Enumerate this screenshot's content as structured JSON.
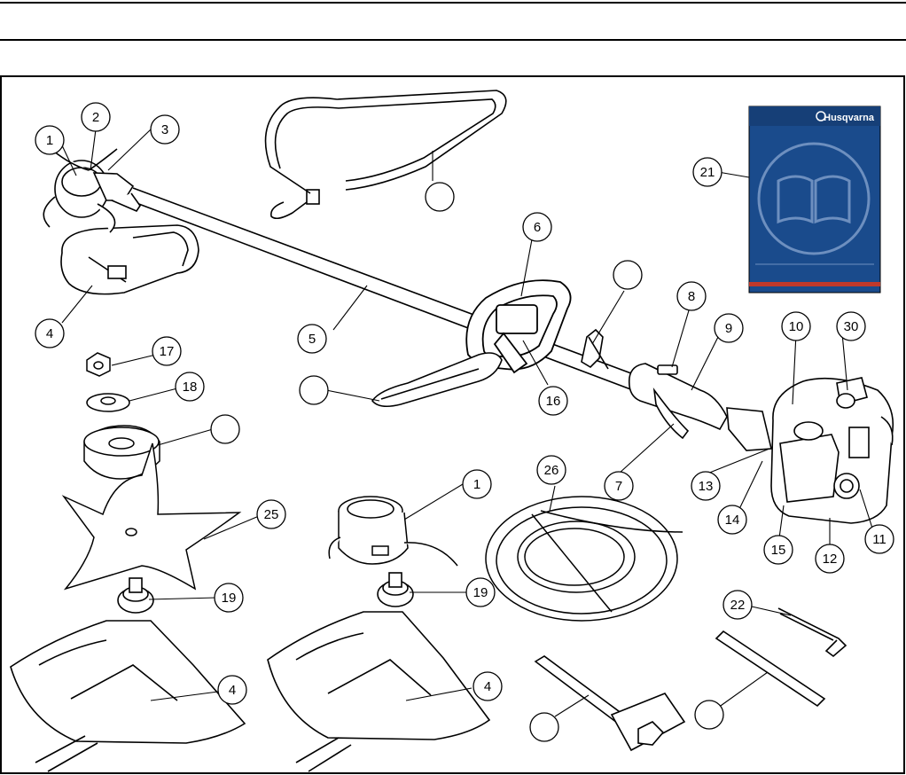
{
  "diagram": {
    "brand_label": "Husqvarna",
    "callouts": [
      {
        "id": "c1a",
        "label": "1"
      },
      {
        "id": "c2",
        "label": "2"
      },
      {
        "id": "c3",
        "label": "3"
      },
      {
        "id": "c4a",
        "label": "4"
      },
      {
        "id": "c5",
        "label": "5"
      },
      {
        "id": "c6",
        "label": "6"
      },
      {
        "id": "c7",
        "label": "7"
      },
      {
        "id": "c8",
        "label": "8"
      },
      {
        "id": "c9",
        "label": "9"
      },
      {
        "id": "c10",
        "label": "10"
      },
      {
        "id": "c30",
        "label": "30"
      },
      {
        "id": "c21",
        "label": "21"
      },
      {
        "id": "c16",
        "label": "16"
      },
      {
        "id": "c17",
        "label": "17"
      },
      {
        "id": "c18",
        "label": "18"
      },
      {
        "id": "c25",
        "label": "25"
      },
      {
        "id": "c1b",
        "label": "1"
      },
      {
        "id": "c26",
        "label": "26"
      },
      {
        "id": "c13",
        "label": "13"
      },
      {
        "id": "c14",
        "label": "14"
      },
      {
        "id": "c15",
        "label": "15"
      },
      {
        "id": "c12",
        "label": "12"
      },
      {
        "id": "c11",
        "label": "11"
      },
      {
        "id": "c19a",
        "label": "19"
      },
      {
        "id": "c19b",
        "label": "19"
      },
      {
        "id": "c22",
        "label": "22"
      },
      {
        "id": "c4b",
        "label": "4"
      },
      {
        "id": "c4c",
        "label": "4"
      },
      {
        "id": "blank-strap",
        "label": ""
      },
      {
        "id": "blank-clip",
        "label": ""
      },
      {
        "id": "blank-harness",
        "label": ""
      },
      {
        "id": "blank-cup",
        "label": ""
      },
      {
        "id": "blank-wrench",
        "label": ""
      },
      {
        "id": "blank-rod",
        "label": ""
      }
    ]
  },
  "colors": {
    "ink": "#000000",
    "manual_blue": "#1a4b8c",
    "manual_blue_dark": "#163f77",
    "manual_red": "#c0392b",
    "line_grey": "#444444",
    "background": "#ffffff"
  }
}
